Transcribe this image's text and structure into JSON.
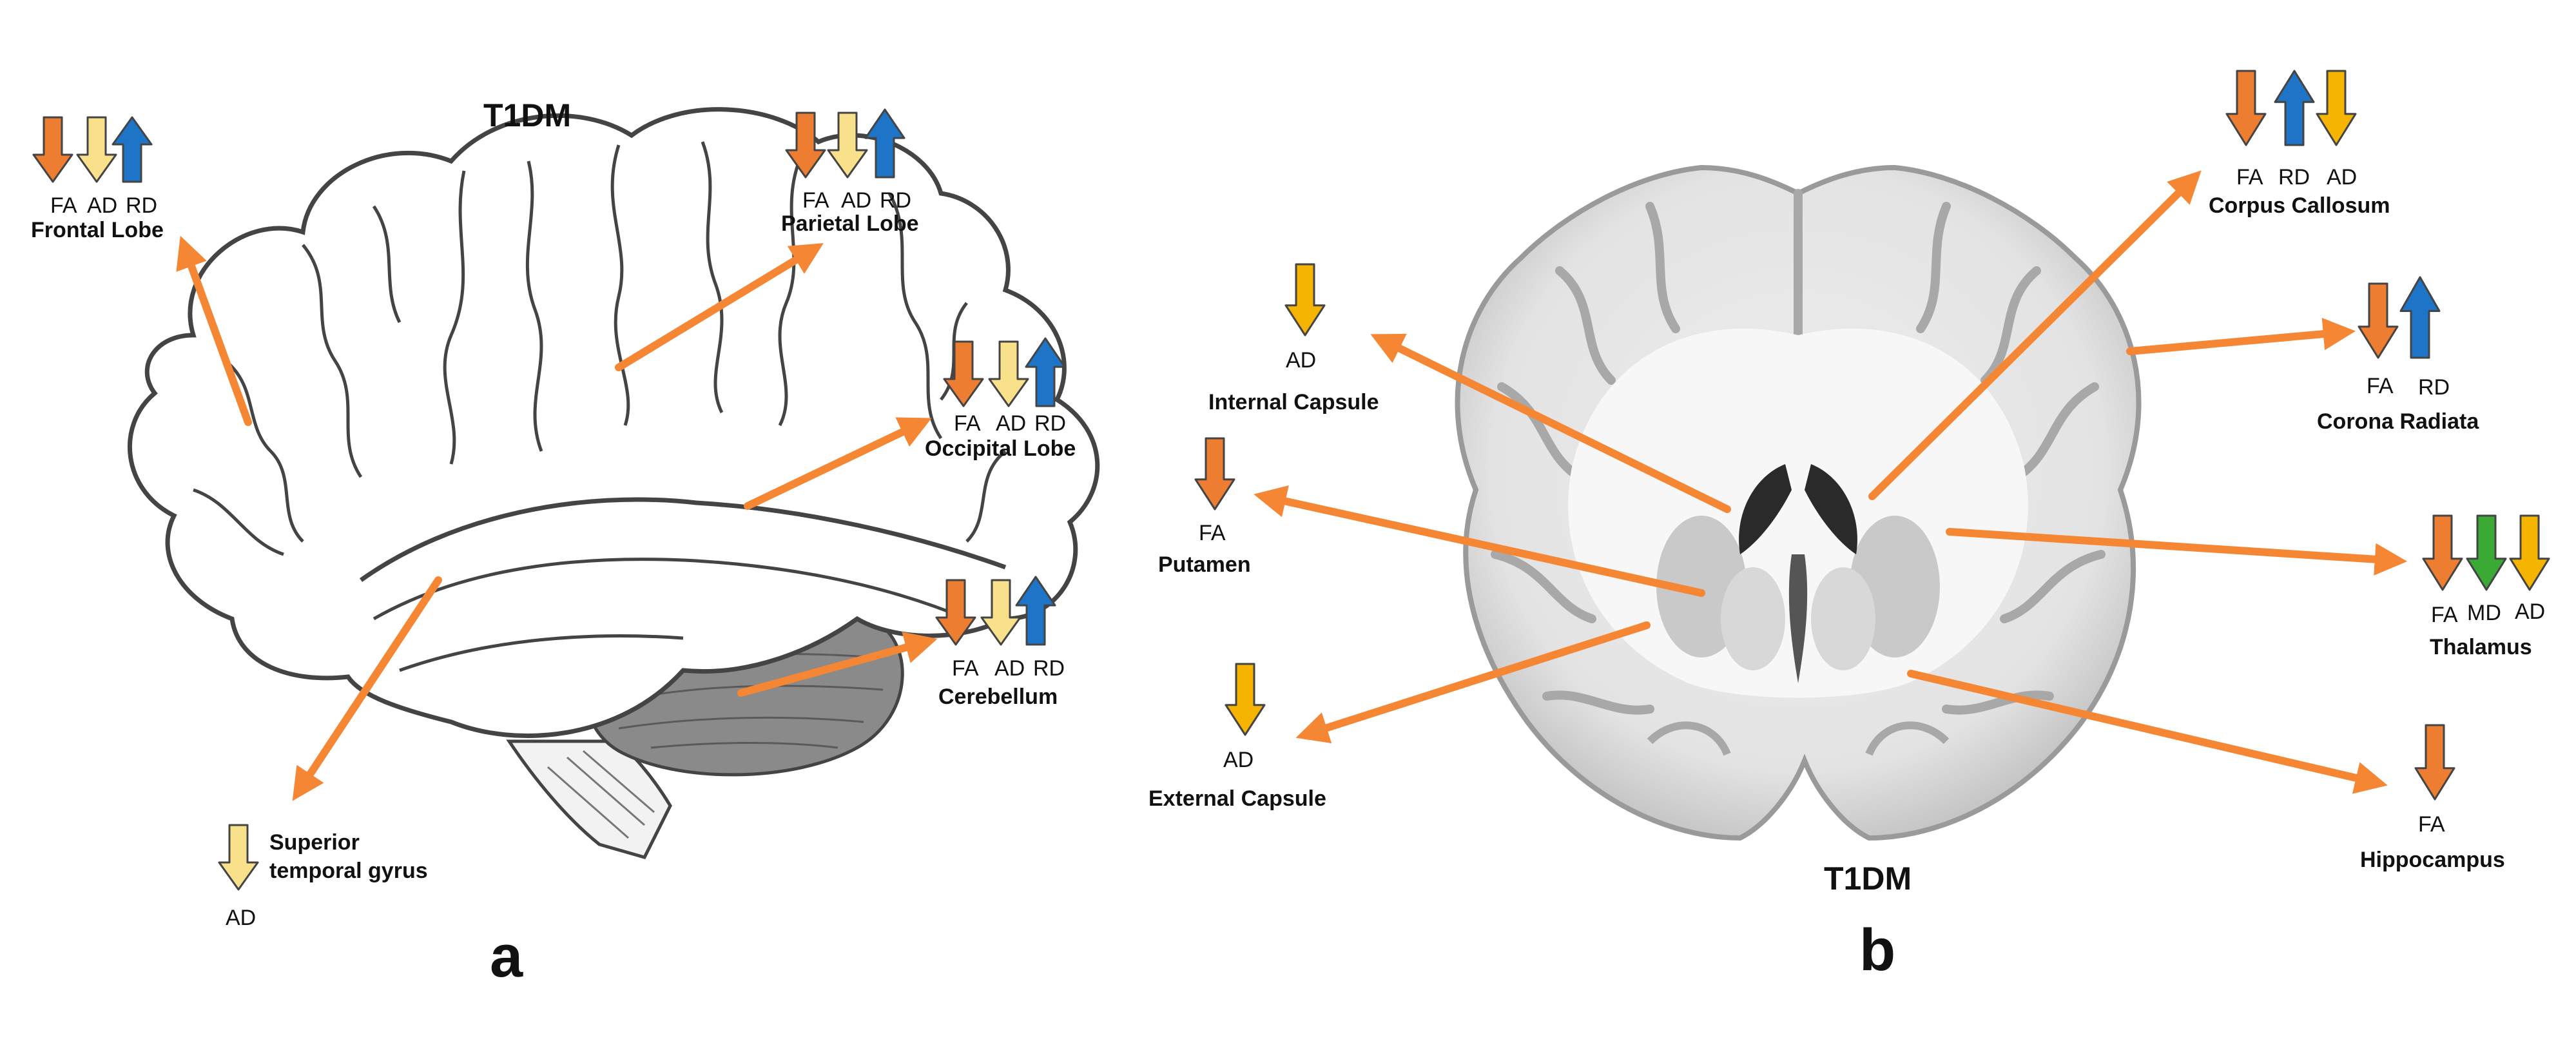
{
  "colors": {
    "FA": "#ed7d31",
    "AD": "#f9e08b",
    "AD_right": "#f4b400",
    "RD": "#1e74c6",
    "MD": "#3aaa35",
    "pointer": "#f58634",
    "outline": "#444444"
  },
  "panels": {
    "a": {
      "letter": "a",
      "title": "T1DM"
    },
    "b": {
      "letter": "b",
      "title": "T1DM"
    }
  },
  "regions": [
    {
      "id": "frontal-lobe",
      "name": "Frontal Lobe",
      "metrics": [
        {
          "label": "FA",
          "dir": "down"
        },
        {
          "label": "AD",
          "dir": "down"
        },
        {
          "label": "RD",
          "dir": "up"
        }
      ]
    },
    {
      "id": "parietal-lobe",
      "name": "Parietal Lobe",
      "metrics": [
        {
          "label": "FA",
          "dir": "down"
        },
        {
          "label": "AD",
          "dir": "down"
        },
        {
          "label": "RD",
          "dir": "up"
        }
      ]
    },
    {
      "id": "occipital-lobe",
      "name": "Occipital Lobe",
      "metrics": [
        {
          "label": "FA",
          "dir": "down"
        },
        {
          "label": "AD",
          "dir": "down"
        },
        {
          "label": "RD",
          "dir": "up"
        }
      ]
    },
    {
      "id": "cerebellum",
      "name": "Cerebellum",
      "metrics": [
        {
          "label": "FA",
          "dir": "down"
        },
        {
          "label": "AD",
          "dir": "down"
        },
        {
          "label": "RD",
          "dir": "up"
        }
      ]
    },
    {
      "id": "superior-temporal-gyrus",
      "name_line1": "Superior",
      "name_line2": "temporal gyrus",
      "metrics": [
        {
          "label": "AD",
          "dir": "down"
        }
      ]
    },
    {
      "id": "internal-capsule",
      "name": "Internal Capsule",
      "metrics": [
        {
          "label": "AD",
          "dir": "down"
        }
      ]
    },
    {
      "id": "putamen",
      "name": "Putamen",
      "metrics": [
        {
          "label": "FA",
          "dir": "down"
        }
      ]
    },
    {
      "id": "external-capsule",
      "name": "External Capsule",
      "metrics": [
        {
          "label": "AD",
          "dir": "down"
        }
      ]
    },
    {
      "id": "corpus-callosum",
      "name": "Corpus Callosum",
      "metrics": [
        {
          "label": "FA",
          "dir": "down"
        },
        {
          "label": "RD",
          "dir": "up"
        },
        {
          "label": "AD",
          "dir": "down"
        }
      ]
    },
    {
      "id": "corona-radiata",
      "name": "Corona Radiata",
      "metrics": [
        {
          "label": "FA",
          "dir": "down"
        },
        {
          "label": "RD",
          "dir": "up"
        }
      ]
    },
    {
      "id": "thalamus",
      "name": "Thalamus",
      "metrics": [
        {
          "label": "FA",
          "dir": "down"
        },
        {
          "label": "MD",
          "dir": "down"
        },
        {
          "label": "AD",
          "dir": "down"
        }
      ]
    },
    {
      "id": "hippocampus",
      "name": "Hippocampus",
      "metrics": [
        {
          "label": "FA",
          "dir": "down"
        }
      ]
    }
  ]
}
